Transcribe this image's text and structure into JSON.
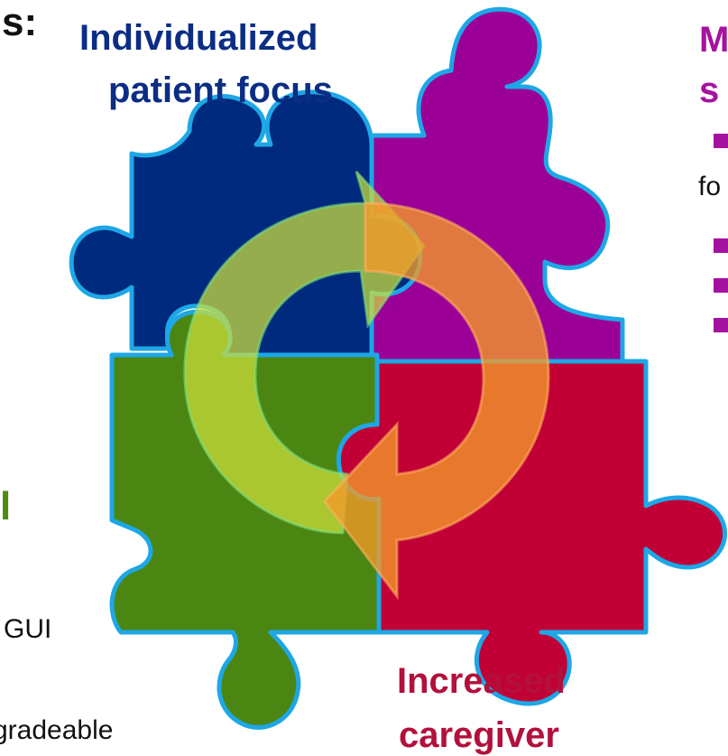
{
  "heading_fragment": "s:",
  "pieces": [
    {
      "name": "blue",
      "color": "#002a7e",
      "label": "Individualized patient focus",
      "label_lines": [
        "Individualized",
        "patient focus"
      ],
      "label_color": "#0b2d84"
    },
    {
      "name": "purple",
      "color": "#9b0196",
      "label_lines": [
        "M",
        "s"
      ],
      "label_color": "#a5129f"
    },
    {
      "name": "green",
      "color": "#4b8612",
      "label_lines": [
        "l"
      ],
      "label_color": "#4f8a10"
    },
    {
      "name": "red",
      "color": "#c10036",
      "label": "Increased caregiver",
      "label_lines": [
        "Increased",
        "caregiver"
      ],
      "label_color": "#b3103c"
    }
  ],
  "piece_outline_color": "#1ea7e6",
  "cycle_arrows": [
    {
      "name": "yellow-green",
      "color": "#cfe03a"
    },
    {
      "name": "orange",
      "color": "#f39a28"
    }
  ],
  "right_text": {
    "bullet_color": "#a5129f",
    "line_fragment": "fo"
  },
  "left_text": {
    "bullet_color": "#4f8a10",
    "line1_fragment": "GUI",
    "line2_fragment": "gradeable"
  }
}
